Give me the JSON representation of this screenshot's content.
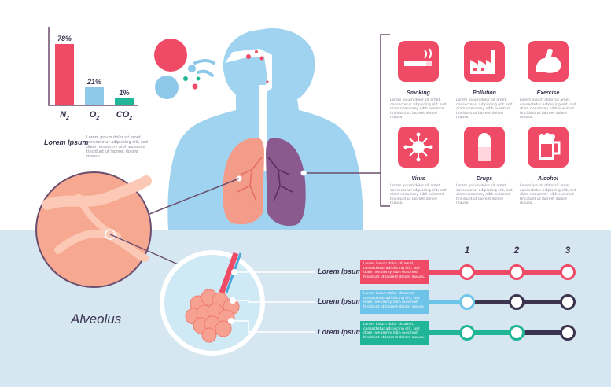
{
  "gas_chart": {
    "bars": [
      {
        "label_main": "N",
        "label_sub": "2",
        "value_text": "78%",
        "value": 78,
        "color": "#ef4a66"
      },
      {
        "label_main": "O",
        "label_sub": "2",
        "value_text": "21%",
        "value": 21,
        "color": "#8ec9ea"
      },
      {
        "label_main": "CO",
        "label_sub": "2",
        "value_text": "1%",
        "value": 1,
        "color": "#1fb596"
      }
    ],
    "caption_title": "Lorem Ipsum",
    "caption_text": "Lorem ipsum dolor sit amet, consectetur adipiscing elit, sed diam nonummy nibh euismod tincidunt ut laoreet dolore mauso."
  },
  "factors": [
    {
      "title": "Smoking",
      "icon": "cigarette-icon",
      "text": "Lorem ipsum dolor sit amet, consectetur adipiscing elit, sed diam nonummy nibh euismod tincidunt ut laoreet dolore mauso."
    },
    {
      "title": "Pollution",
      "icon": "factory-icon",
      "text": "Lorem ipsum dolor sit amet, consectetur adipiscing elit, sed diam nonummy nibh euismod tincidunt ut laoreet dolore mauso."
    },
    {
      "title": "Exercise",
      "icon": "flexed-arm-icon",
      "text": "Lorem ipsum dolor sit amet, consectetur adipiscing elit, sed diam nonummy nibh euismod tincidunt ut laoreet dolore mauso."
    },
    {
      "title": "Virus",
      "icon": "virus-icon",
      "text": "Lorem ipsum dolor sit amet, consectetur adipiscing elit, sed diam nonummy nibh euismod tincidunt ut laoreet dolore mauso."
    },
    {
      "title": "Drugs",
      "icon": "pill-icon",
      "text": "Lorem ipsum dolor sit amet, consectetur adipiscing elit, sed diam nonummy nibh euismod tincidunt ut laoreet dolore mauso."
    },
    {
      "title": "Alcohol",
      "icon": "beer-mug-icon",
      "text": "Lorem ipsum dolor sit amet, consectetur adipiscing elit, sed diam nonummy nibh euismod tincidunt ut laoreet dolore mauso."
    }
  ],
  "alveolus": {
    "title": "Alveolus",
    "step_numbers": [
      "1",
      "2",
      "3"
    ],
    "rows": [
      {
        "label": "Lorem Ipsum",
        "text": "Lorem ipsum dolor sit amet, consectetur adipiscing elit, sed diam nonummy nibh euismod tincidunt ut laoreet dolore mauso.",
        "color": "#ef4a66",
        "level": 3
      },
      {
        "label": "Lorem Ipsum",
        "text": "Lorem ipsum dolor sit amet, consectetur adipiscing elit, sed diam nonummy nibh euismod tincidunt ut laoreet dolore mauso.",
        "color": "#6ec3e8",
        "level": 1
      },
      {
        "label": "Lorem Ipsum",
        "text": "Lorem ipsum dolor sit amet, consectetur adipiscing elit, sed diam nonummy nibh euismod tincidunt ut laoreet dolore mauso.",
        "color": "#1fb596",
        "level": 2
      }
    ]
  },
  "colors": {
    "accent": "#ef4a66",
    "body": "#9fd3ef",
    "bottom_panel": "#d6e7f2",
    "dark": "#3a3450",
    "lung_left": "#f49c8a",
    "lung_right": "#8a5a8e"
  }
}
